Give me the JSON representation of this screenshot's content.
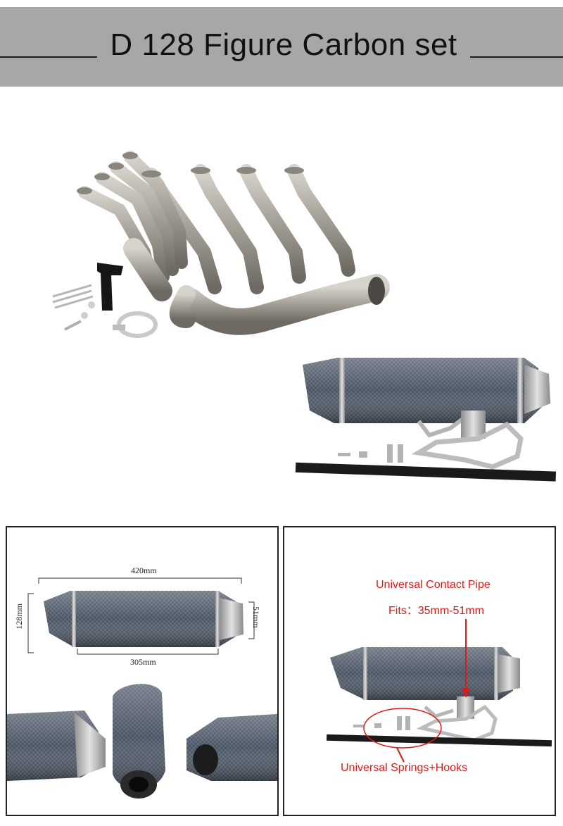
{
  "banner": {
    "title": "D 128 Figure Carbon set"
  },
  "dimensions": {
    "length": "420mm",
    "diameter": "128mm",
    "outlet": "51mm",
    "body_length": "305mm"
  },
  "annotations": {
    "contact_pipe": "Universal Contact Pipe",
    "fits": "Fits：35mm-51mm",
    "springs": "Universal Springs+Hooks"
  },
  "colors": {
    "banner_bg": "#a7a7a7",
    "annotation_red": "#e01818",
    "frame": "#222222"
  }
}
